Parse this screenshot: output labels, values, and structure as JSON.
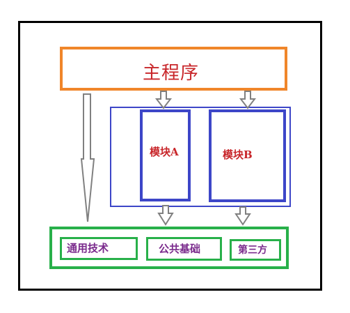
{
  "main_program": {
    "label": "主程序"
  },
  "modules": [
    {
      "label": "模块A"
    },
    {
      "label": "模块B"
    }
  ],
  "shared_layer": {
    "items": [
      {
        "label": "通用技术"
      },
      {
        "label": "公共基础"
      },
      {
        "label": "第三方"
      }
    ]
  },
  "colors": {
    "frame": "#000000",
    "main_border": "#f0862a",
    "main_text": "#c8262a",
    "module_border": "#3d46c8",
    "module_text": "#c8262a",
    "shared_border": "#28b04a",
    "shared_text": "#7a2a8c",
    "arrow": "#808080"
  }
}
